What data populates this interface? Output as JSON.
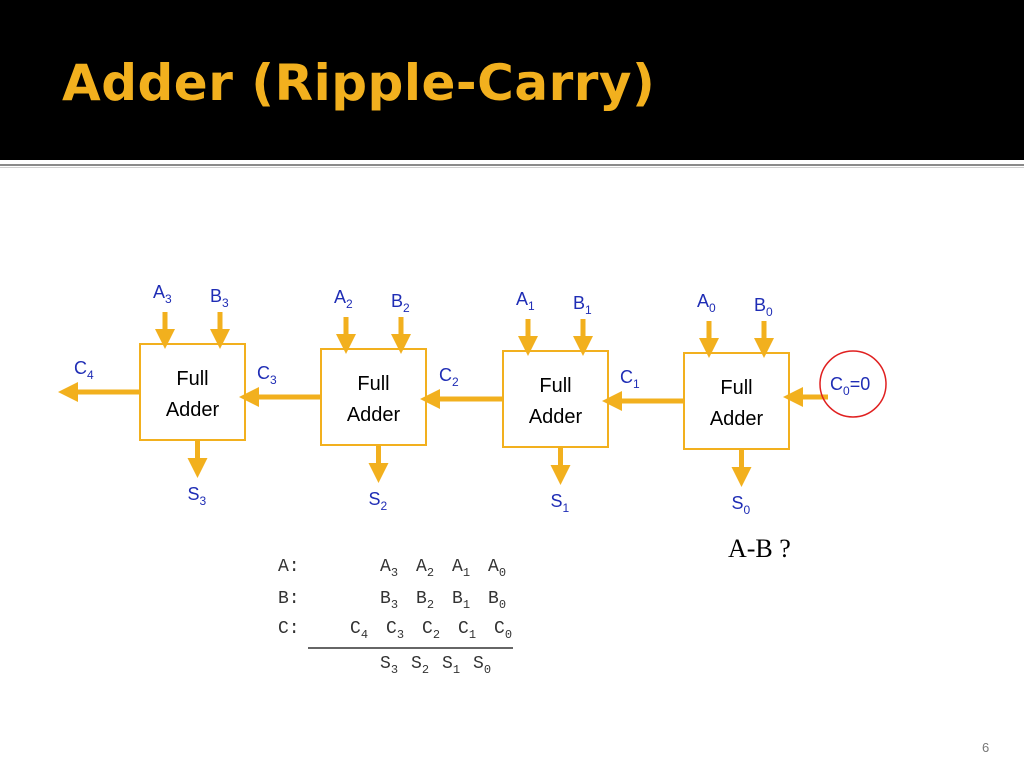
{
  "slide": {
    "title": "Adder (Ripple-Carry)",
    "page_number": "6",
    "question": "A-B ?"
  },
  "colors": {
    "header_bg": "#000000",
    "title": "#f2b01e",
    "arrow": "#f2b01e",
    "box_border": "#f2b01e",
    "signal_text": "#1f2db5",
    "highlight_circle": "#e02020"
  },
  "adders": [
    {
      "label_line1": "Full",
      "label_line2": "Adder",
      "a": "A",
      "a_sub": "3",
      "b": "B",
      "b_sub": "3",
      "s": "S",
      "s_sub": "3",
      "cout": "C",
      "cout_sub": "4"
    },
    {
      "label_line1": "Full",
      "label_line2": "Adder",
      "a": "A",
      "a_sub": "2",
      "b": "B",
      "b_sub": "2",
      "s": "S",
      "s_sub": "2",
      "cout": "C",
      "cout_sub": "3"
    },
    {
      "label_line1": "Full",
      "label_line2": "Adder",
      "a": "A",
      "a_sub": "1",
      "b": "B",
      "b_sub": "1",
      "s": "S",
      "s_sub": "1",
      "cout": "C",
      "cout_sub": "2"
    },
    {
      "label_line1": "Full",
      "label_line2": "Adder",
      "a": "A",
      "a_sub": "0",
      "b": "B",
      "b_sub": "0",
      "s": "S",
      "s_sub": "0",
      "cout": "C",
      "cout_sub": "1"
    }
  ],
  "carry_in": {
    "c": "C",
    "sub": "0",
    "value": "=0"
  },
  "equation": {
    "rows": [
      {
        "label": "A:",
        "terms": [
          [
            "A",
            "3"
          ],
          [
            "A",
            "2"
          ],
          [
            "A",
            "1"
          ],
          [
            "A",
            "0"
          ]
        ]
      },
      {
        "label": "B:",
        "terms": [
          [
            "B",
            "3"
          ],
          [
            "B",
            "2"
          ],
          [
            "B",
            "1"
          ],
          [
            "B",
            "0"
          ]
        ]
      },
      {
        "label": "C:",
        "terms": [
          [
            "C",
            "4"
          ],
          [
            "C",
            "3"
          ],
          [
            "C",
            "2"
          ],
          [
            "C",
            "1"
          ],
          [
            "C",
            "0"
          ]
        ]
      }
    ],
    "result": {
      "terms": [
        [
          "S",
          "3"
        ],
        [
          "S",
          "2"
        ],
        [
          "S",
          "1"
        ],
        [
          "S",
          "0"
        ]
      ]
    }
  }
}
